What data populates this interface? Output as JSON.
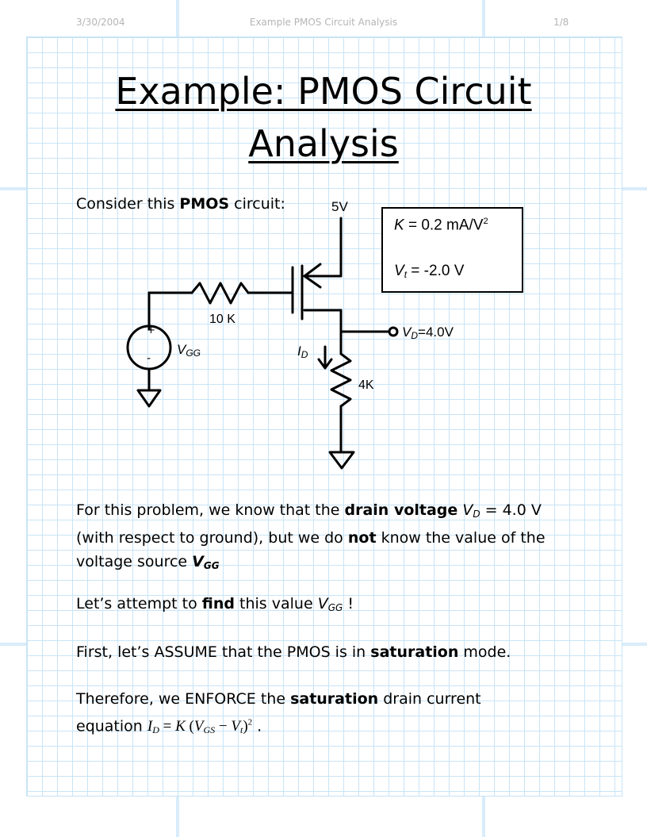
{
  "header": {
    "date": "3/30/2004",
    "title": "Example PMOS Circuit Analysis",
    "page": "1/8"
  },
  "title": {
    "line1": "Example: PMOS Circuit",
    "line2": "Analysis"
  },
  "intro": {
    "before": "Consider this ",
    "bold": "PMOS",
    "after": " circuit:"
  },
  "circuit": {
    "supply_label": "5V",
    "gate_resistor_label": "10 K",
    "drain_resistor_label": "4K",
    "source_label": "V",
    "source_sub": "GG",
    "current_label": "I",
    "current_sub": "D",
    "node_label": "V",
    "node_sub": "D",
    "node_value": "=4.0V",
    "plus_sign": "+",
    "minus_sign": "-"
  },
  "params": {
    "k_sym": "K",
    "k_value": " = 0.2 mA/V",
    "k_exp": "2",
    "vt_sym": "V",
    "vt_sub": "t",
    "vt_value": " = -2.0 V"
  },
  "para1": {
    "a": "For this problem, we know that the ",
    "b": "drain voltage",
    "c": " V",
    "c_sub": "D",
    "d": " = 4.0 V",
    "line2a": "(with respect to ground), but we do ",
    "line2b": "not",
    "line2c": " know the value of the",
    "line3a": "voltage source ",
    "line3b": "V",
    "line3b_sub": "GG"
  },
  "para2": {
    "a": "Let’s attempt to ",
    "b": "find",
    "c": " this value ",
    "d": "V",
    "d_sub": "GG",
    "e": " !"
  },
  "para3": {
    "a": "First, let’s ASSUME that the PMOS is in ",
    "b": "saturation",
    "c": " mode."
  },
  "para4": {
    "a": "Therefore, we  ENFORCE the ",
    "b": "saturation",
    "c": " drain current",
    "line2a": "equation ",
    "eq_i": "I",
    "eq_i_sub": "D",
    "eq_eq": " = ",
    "eq_k": "K",
    "eq_open": " (",
    "eq_v": "V",
    "eq_v_sub": "GS",
    "eq_minus": " − ",
    "eq_vt": "V",
    "eq_vt_sub": "t",
    "eq_close": ")",
    "eq_exp": "2",
    "eq_end": " ."
  }
}
